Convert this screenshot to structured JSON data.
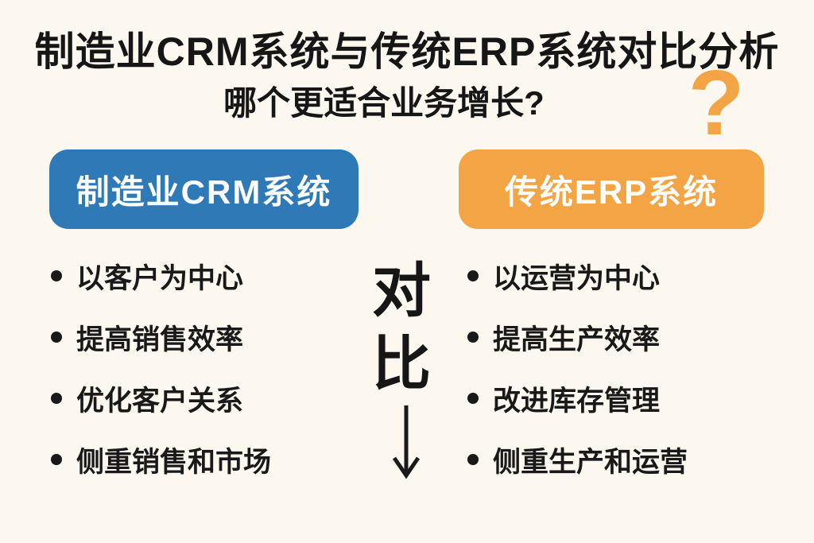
{
  "header": {
    "title": "制造业CRM系统与传统ERP系统对比分析",
    "subtitle": "哪个更适合业务增长?",
    "question_mark": "?"
  },
  "compare": {
    "top_char": "对",
    "bottom_char": "比",
    "arrow_glyph": "↓"
  },
  "columns": {
    "crm": {
      "header": "制造业CRM系统",
      "accent": "#2e79b6",
      "items": [
        "以客户为中心",
        "提高销售效率",
        "优化客户关系",
        "侧重销售和市场"
      ]
    },
    "erp": {
      "header": "传统ERP系统",
      "accent": "#f3a444",
      "items": [
        "以运营为中心",
        "提高生产效率",
        "改进库存管理",
        "侧重生产和运营"
      ]
    }
  },
  "colors": {
    "background": "#fcf8f0",
    "text": "#191919",
    "pill_text": "#ffffff"
  }
}
